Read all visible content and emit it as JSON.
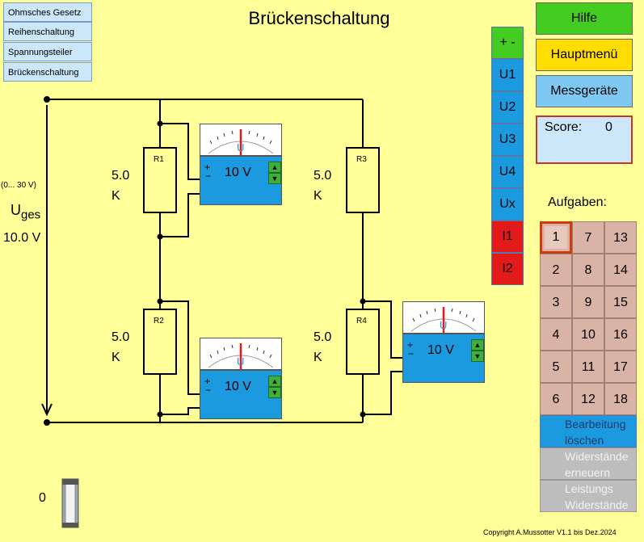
{
  "title": "Brückenschaltung",
  "tabs": [
    {
      "label": "Ohmsches Gesetz"
    },
    {
      "label": "Reihenschaltung"
    },
    {
      "label": "Spannungsteiler"
    },
    {
      "label": "Brückenschaltung"
    }
  ],
  "right_buttons": {
    "help": "Hilfe",
    "main_menu": "Hauptmenü",
    "instruments": "Messgeräte"
  },
  "score": {
    "label": "Score:",
    "value": "0"
  },
  "measure_buttons": [
    {
      "label": "+ -",
      "color": "#44cc22"
    },
    {
      "label": "U1",
      "color": "#1b9ae0"
    },
    {
      "label": "U2",
      "color": "#1b9ae0"
    },
    {
      "label": "U3",
      "color": "#1b9ae0"
    },
    {
      "label": "U4",
      "color": "#1b9ae0"
    },
    {
      "label": "Ux",
      "color": "#1b9ae0"
    },
    {
      "label": "I1",
      "color": "#e41a1a"
    },
    {
      "label": "I2",
      "color": "#e41a1a"
    }
  ],
  "tasks": {
    "heading": "Aufgaben:",
    "selected": "1",
    "col1": [
      "1",
      "2",
      "3",
      "4",
      "5",
      "6"
    ],
    "col2": [
      "7",
      "8",
      "9",
      "10",
      "11",
      "12"
    ],
    "col3": [
      "13",
      "14",
      "15",
      "16",
      "17",
      "18"
    ]
  },
  "actions": {
    "clear_line1": "Bearbeitung",
    "clear_line2": "löschen",
    "renew_line1": "Widerstände",
    "renew_line2": "erneuern",
    "power_line1": "Leistungs",
    "power_line2": "Widerstände"
  },
  "circuit": {
    "range": "(0... 30 V)",
    "voltage_name": "U",
    "voltage_sub": "ges",
    "voltage_value": "10.0 V",
    "resistors": [
      {
        "name": "R1",
        "value_line1": "5.0",
        "value_line2": "K"
      },
      {
        "name": "R2",
        "value_line1": "5.0",
        "value_line2": "K"
      },
      {
        "name": "R3",
        "value_line1": "5.0",
        "value_line2": "K"
      },
      {
        "name": "R4",
        "value_line1": "5.0",
        "value_line2": "K"
      }
    ]
  },
  "meters": [
    {
      "reading": "10 V",
      "plus": "+",
      "minus": "−",
      "symbol": "U"
    },
    {
      "reading": "10 V",
      "plus": "+",
      "minus": "−",
      "symbol": "U"
    },
    {
      "reading": "10 V",
      "plus": "+",
      "minus": "−",
      "symbol": "U"
    }
  ],
  "slider": {
    "value": "0"
  },
  "copyright": "Copyright A.Mussotter V1.1 bis Dez.2024",
  "colors": {
    "green": "#44cc22",
    "yellow": "#ffdd00",
    "blue": "#1b9ae0",
    "red": "#e41a1a",
    "tan": "#d9b3a6",
    "gray": "#bdbdbd",
    "light_blue": "#cce6fa"
  }
}
